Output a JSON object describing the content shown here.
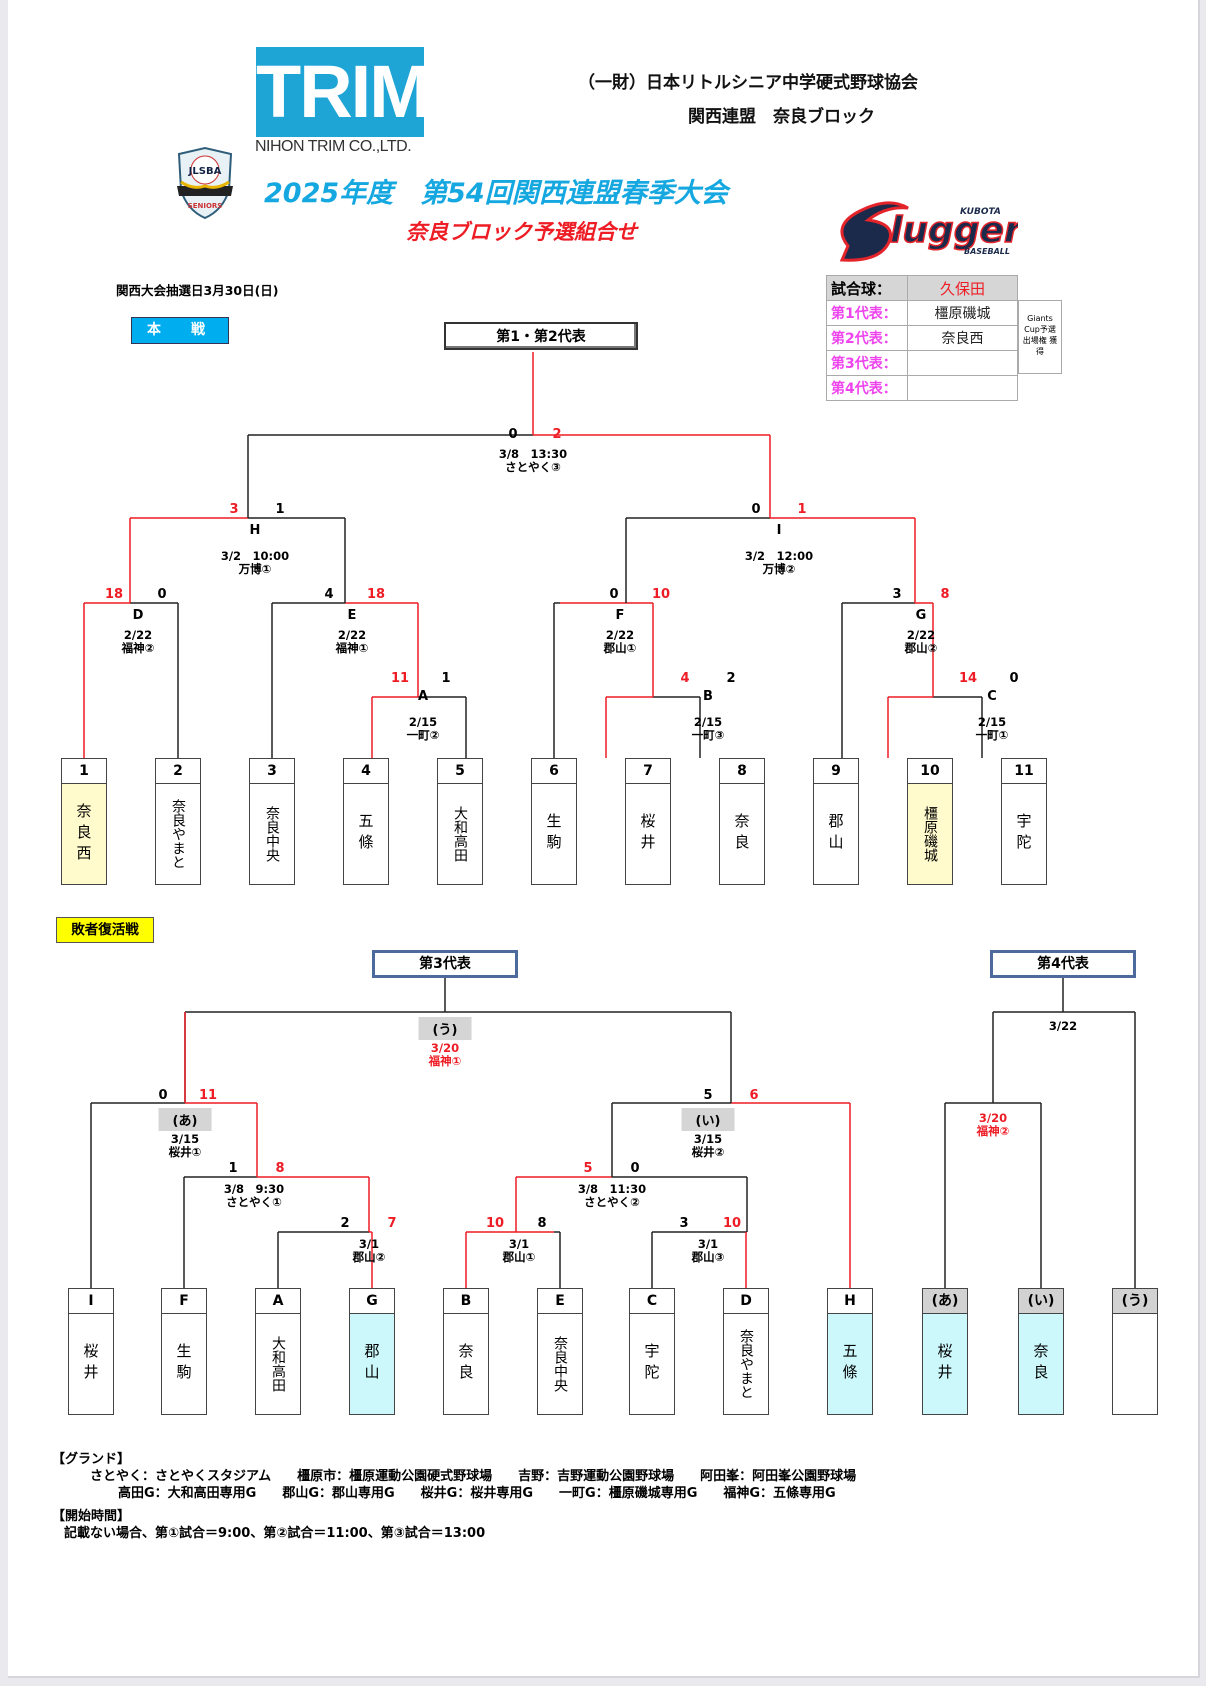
{
  "header": {
    "sponsor_logo": "TRIM",
    "sponsor_sub": "NIHON TRIM CO.,LTD.",
    "org_line1": "（一財）日本リトルシニア中学硬式野球協会",
    "org_line2": "関西連盟　奈良ブロック",
    "title": "2025年度　第54回関西連盟春季大会",
    "subtitle": "奈良ブロック予選組合せ",
    "draw_date": "関西大会抽選日3月30日(日)",
    "emblem_icon": "jlsba-emblem-icon",
    "ball_logo": "kubota-slugger-logo-icon"
  },
  "ball_table": {
    "ball_label": "試合球：",
    "ball_value": "久保田",
    "rows": [
      {
        "label": "第1代表：",
        "value": "橿原磯城"
      },
      {
        "label": "第2代表：",
        "value": "奈良西"
      },
      {
        "label": "第3代表：",
        "value": ""
      },
      {
        "label": "第4代表：",
        "value": ""
      }
    ],
    "giants_note": "Giants Cup予選 出場権 獲得"
  },
  "main": {
    "label": "本　戦",
    "rep_label": "第1・第2代表",
    "final": {
      "date": "3/8　13:30",
      "venue": "さとやく③",
      "score_left": "0",
      "score_right": "2"
    },
    "semis": [
      {
        "code": "H",
        "date": "3/2　10:00",
        "venue": "万博①",
        "score_left": "3",
        "score_right": "1"
      },
      {
        "code": "I",
        "date": "3/2　12:00",
        "venue": "万博②",
        "score_left": "0",
        "score_right": "1"
      }
    ],
    "quarters": [
      {
        "code": "D",
        "date": "2/22",
        "venue": "福神②",
        "score_left": "18",
        "score_right": "0"
      },
      {
        "code": "E",
        "date": "2/22",
        "venue": "福神①",
        "score_left": "4",
        "score_right": "18"
      },
      {
        "code": "F",
        "date": "2/22",
        "venue": "郡山①",
        "score_left": "0",
        "score_right": "10"
      },
      {
        "code": "G",
        "date": "2/22",
        "venue": "郡山②",
        "score_left": "3",
        "score_right": "8"
      }
    ],
    "firsts": [
      {
        "code": "A",
        "date": "2/15",
        "venue": "一町②",
        "score_left": "11",
        "score_right": "1"
      },
      {
        "code": "B",
        "date": "2/15",
        "venue": "一町③",
        "score_left": "4",
        "score_right": "2"
      },
      {
        "code": "C",
        "date": "2/15",
        "venue": "一町①",
        "score_left": "14",
        "score_right": "0"
      }
    ],
    "teams": [
      {
        "num": "1",
        "name": "奈良西"
      },
      {
        "num": "2",
        "name": "奈良やまと"
      },
      {
        "num": "3",
        "name": "奈良中央"
      },
      {
        "num": "4",
        "name": "五條"
      },
      {
        "num": "5",
        "name": "大和高田"
      },
      {
        "num": "6",
        "name": "生駒"
      },
      {
        "num": "7",
        "name": "桜井"
      },
      {
        "num": "8",
        "name": "奈良"
      },
      {
        "num": "9",
        "name": "郡山"
      },
      {
        "num": "10",
        "name": "橿原磯城"
      },
      {
        "num": "11",
        "name": "宇陀"
      }
    ]
  },
  "loser": {
    "label": "敗者復活戦",
    "rep3_label": "第3代表",
    "rep4_label": "第4代表",
    "u": {
      "code": "(う)",
      "date": "3/20",
      "venue": "福神①"
    },
    "a": {
      "code": "(あ)",
      "date": "3/15",
      "venue": "桜井①",
      "score_left": "0",
      "score_right": "11"
    },
    "i": {
      "code": "(い)",
      "date": "3/15",
      "venue": "桜井②",
      "score_left": "5",
      "score_right": "6"
    },
    "r2_left": {
      "date": "3/8　9:30",
      "venue": "さとやく①",
      "score_left": "1",
      "score_right": "8"
    },
    "r2_right": {
      "date": "3/8　11:30",
      "venue": "さとやく②",
      "score_left": "5",
      "score_right": "0"
    },
    "r1": [
      {
        "date": "3/1",
        "venue": "郡山②",
        "score_left": "2",
        "score_right": "7"
      },
      {
        "date": "3/1",
        "venue": "郡山①",
        "score_left": "10",
        "score_right": "8"
      },
      {
        "date": "3/1",
        "venue": "郡山③",
        "score_left": "3",
        "score_right": "10"
      }
    ],
    "rep4_final": {
      "date": "3/22"
    },
    "rep4_semi": {
      "date": "3/20",
      "venue": "福神②"
    },
    "teams": [
      {
        "num": "I",
        "name": "桜井"
      },
      {
        "num": "F",
        "name": "生駒"
      },
      {
        "num": "A",
        "name": "大和高田"
      },
      {
        "num": "G",
        "name": "郡山"
      },
      {
        "num": "B",
        "name": "奈良"
      },
      {
        "num": "E",
        "name": "奈良中央"
      },
      {
        "num": "C",
        "name": "宇陀"
      },
      {
        "num": "D",
        "name": "奈良やまと"
      },
      {
        "num": "H",
        "name": "五條"
      },
      {
        "num": "(あ)",
        "name": "桜井"
      },
      {
        "num": "(い)",
        "name": "奈良"
      },
      {
        "num": "(う)",
        "name": ""
      }
    ]
  },
  "notes": {
    "ground_title": "【グランド】",
    "ground_line1": "さとやく：さとやくスタジアム　　橿原市：橿原運動公園硬式野球場　　吉野：吉野運動公園野球場　　阿田峯：阿田峯公園野球場",
    "ground_line2": "高田G：大和高田専用G　　郡山G：郡山専用G　　桜井G：桜井専用G　　一町G：橿原磯城専用G　　福神G：五條専用G",
    "time_title": "【開始時間】",
    "time_line": "記載ない場合、第①試合＝9:00、第②試合＝11:00、第③試合＝13:00"
  },
  "colors": {
    "winner_line": "#ee1c24",
    "loser_line": "#222222",
    "qualified_fill": "#fffbcc",
    "repechage_fill": "#ccf8fb"
  }
}
